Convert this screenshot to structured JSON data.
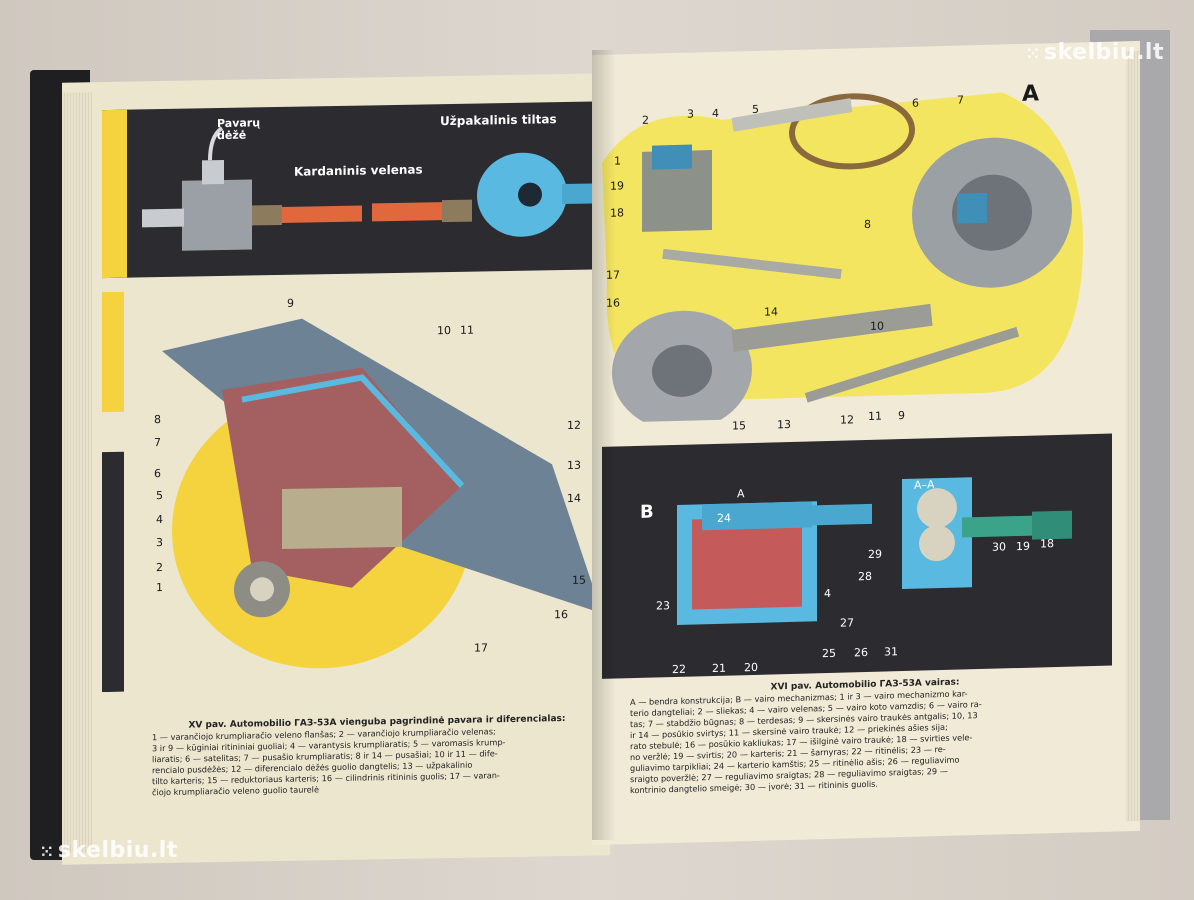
{
  "watermark": {
    "top": "skelbiu.lt",
    "bottom": "skelbiu.lt"
  },
  "left_page": {
    "diagram_top": {
      "labels": {
        "gearbox": "Pavarų dėžė",
        "shaft": "Kardaninis velenas",
        "axle": "Užpakalinis tiltas"
      }
    },
    "cutaway_numbers": [
      "9",
      "10",
      "11",
      "8",
      "7",
      "6",
      "5",
      "4",
      "3",
      "2",
      "1",
      "12",
      "13",
      "14",
      "15",
      "16",
      "17"
    ],
    "caption": {
      "title": "XV pav. Automobilio ГАЗ-53А vienguba pagrindinė pavara ir diferencialas:",
      "lines": [
        "1 — varančiojo krumpliaračio veleno flanšas; 2 — varančiojo krumpliaračio velenas;",
        "3 ir 9 — kūginiai ritininiai guoliai; 4 — varantysis krumpliaratis; 5 — varomasis krump-",
        "liaratis; 6 — satelitas; 7 — pusašio krumpliaratis; 8 ir 14 — pusašiai; 10 ir 11 — dife-",
        "rencialo pusdėžės; 12 — diferencialo dėžės guolio dangtelis; 13 — užpakalinio",
        "tilto karteris; 15 — reduktoriaus karteris; 16 — cilindrinis ritininis guolis; 17 — varan-",
        "čiojo krumpliaračio veleno guolio taurelė"
      ]
    }
  },
  "right_page": {
    "section_a": {
      "letter": "A",
      "numbers": [
        "2",
        "3",
        "4",
        "5",
        "6",
        "7",
        "1",
        "19",
        "18",
        "8",
        "17",
        "16",
        "14",
        "10",
        "15",
        "13",
        "12",
        "11",
        "9"
      ]
    },
    "section_b": {
      "letter": "B",
      "section_mark": "A–A",
      "arrow_mark": "A",
      "numbers": [
        "24",
        "23",
        "22",
        "21",
        "20",
        "4",
        "25",
        "29",
        "28",
        "27",
        "26",
        "31",
        "30",
        "19",
        "18"
      ]
    },
    "caption": {
      "title": "XVI pav. Automobilio ГАЗ-53А vairas:",
      "lines": [
        "A — bendra konstrukcija; B — vairo mechanizmas; 1 ir 3 — vairo mechanizmo kar-",
        "terio dangteliai; 2 — sliekas; 4 — vairo velenas; 5 — vairo koto vamzdis; 6 — vairo ra-",
        "tas; 7 — stabdžio būgnas; 8 — terdesas; 9 — skersinės vairo traukės antgalis; 10, 13",
        "ir 14 — posūkio svirtys; 11 — skersinė vairo traukė; 12 — priekinės ašies sija;",
        "rato stebulė; 16 — posūkio kakliukas; 17 — išilginė vairo traukė; 18 — svirties vele-",
        "no veržlė; 19 — svirtis; 20 — karteris; 21 — šarnyras; 22 — ritinėlis; 23 — re-",
        "guliavimo tarpikliai; 24 — karterio kamštis; 25 — ritinėlio ašis; 26 — reguliavimo",
        "sraigto poveržlė; 27 — reguliavimo sraigtas; 28 — reguliavimo sraigtas; 29 —",
        "kontrinio dangtelio smeigė; 30 — įvorė; 31 — ritininis guolis."
      ]
    }
  }
}
